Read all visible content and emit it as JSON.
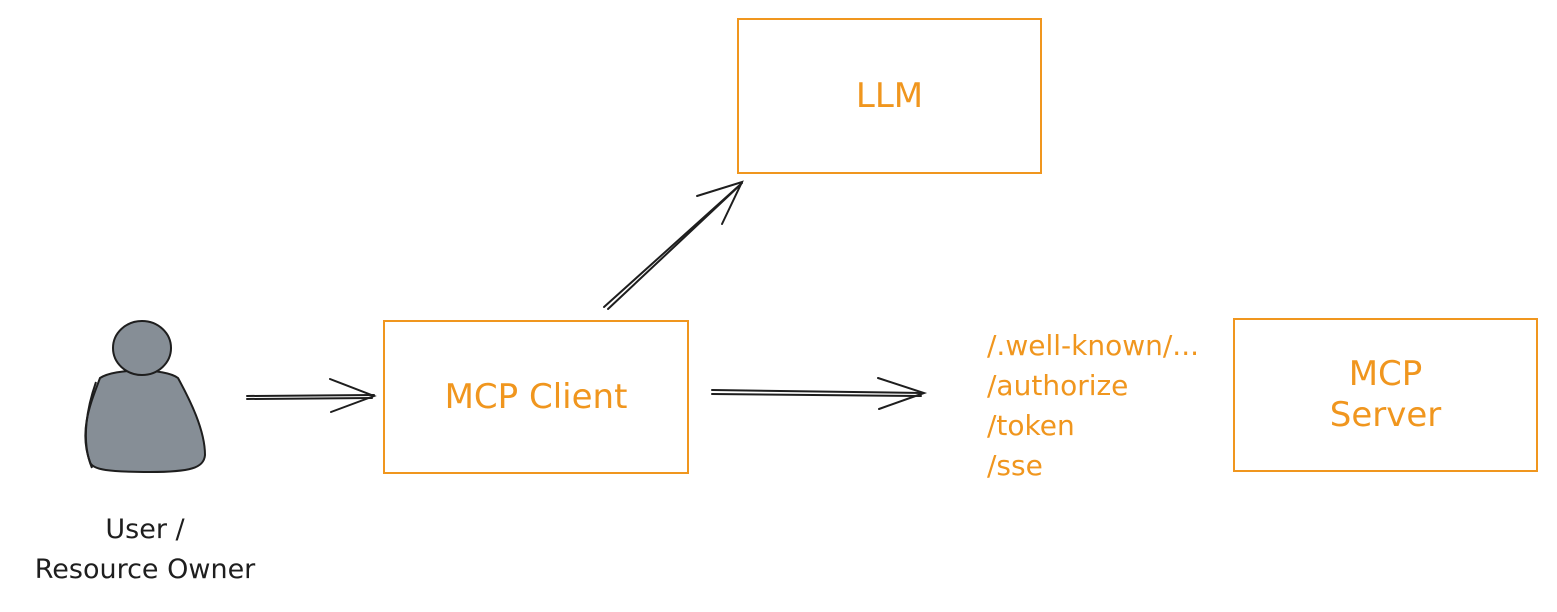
{
  "diagram": {
    "nodes": {
      "llm": {
        "label": "LLM"
      },
      "mcp_client": {
        "label": "MCP Client"
      },
      "mcp_server": {
        "label_line1": "MCP",
        "label_line2": "Server"
      },
      "user": {
        "label_line1": "User /",
        "label_line2": "Resource Owner"
      }
    },
    "endpoints": [
      "/.well-known/...",
      "/authorize",
      "/token",
      "/sse"
    ],
    "edges": [
      {
        "from": "user",
        "to": "mcp_client"
      },
      {
        "from": "mcp_client",
        "to": "llm"
      },
      {
        "from": "mcp_client",
        "to": "mcp_server"
      }
    ],
    "colors": {
      "accent": "#f0961e",
      "stroke": "#1e1e1e",
      "person_fill": "#868e96"
    }
  }
}
